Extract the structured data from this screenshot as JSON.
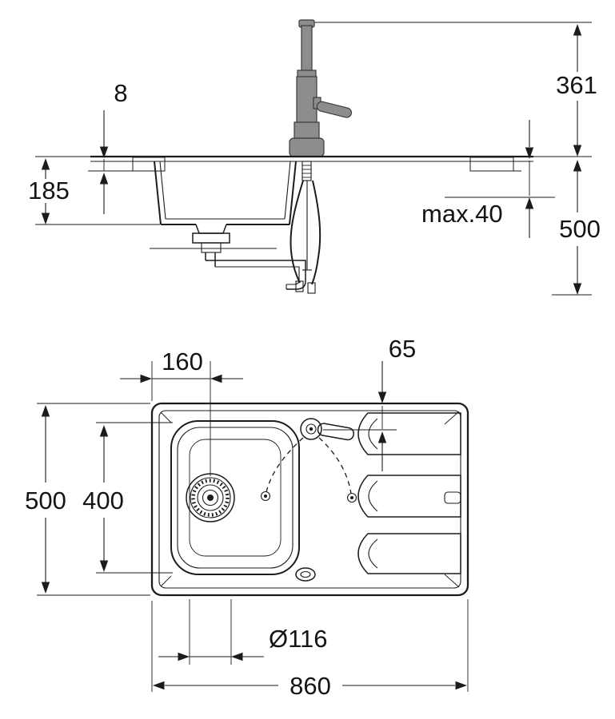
{
  "drawing": {
    "kind": "sink-installation-dimension-drawing",
    "line_color": "#1c1c1c",
    "background_color": "#ffffff"
  },
  "elevation": {
    "dim_countertop_thickness": "8",
    "dim_bowl_depth": "185",
    "dim_faucet_height": "361",
    "dim_total_height": "500",
    "dim_max_clamp": "max.40"
  },
  "plan": {
    "dim_drain_offset": "160",
    "dim_faucet_offset": "65",
    "dim_overall_depth": "500",
    "dim_bowl_length": "400",
    "dim_drain_diameter": "Ø116",
    "dim_overall_width": "860"
  }
}
